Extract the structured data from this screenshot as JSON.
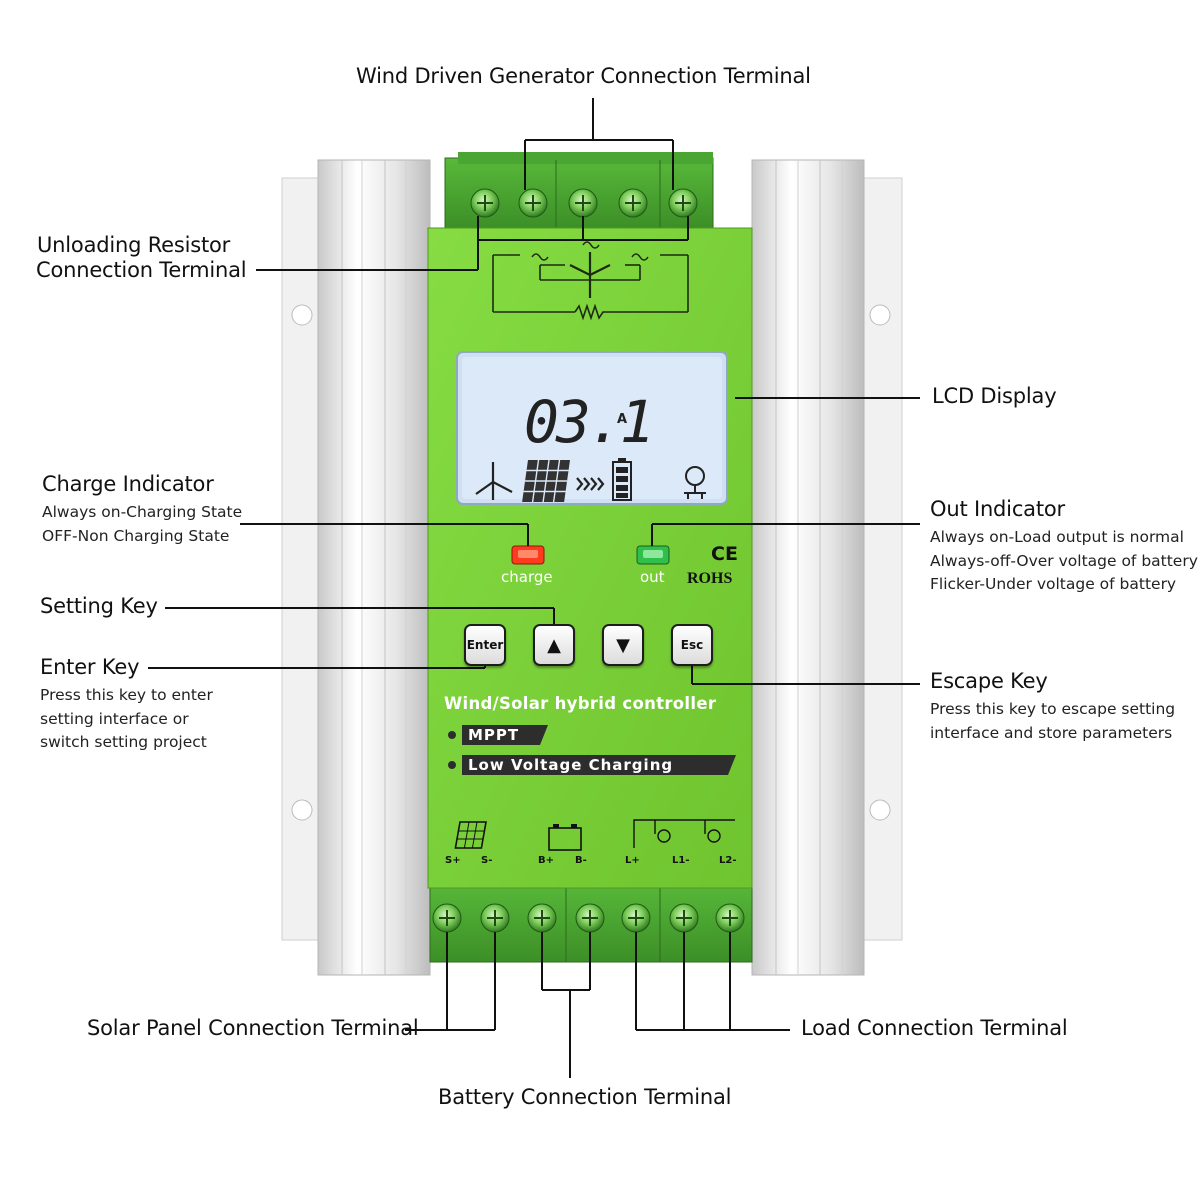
{
  "labels": {
    "wind_terminal": "Wind Driven Generator Connection Terminal",
    "unloading_line1": "Unloading Resistor",
    "unloading_line2": "Connection Terminal",
    "lcd_display": "LCD Display",
    "charge_indicator": "Charge Indicator",
    "charge_desc1": "Always on-Charging State",
    "charge_desc2": "OFF-Non Charging State",
    "out_indicator": "Out Indicator",
    "out_desc1": "Always on-Load output is normal",
    "out_desc2": "Always-off-Over voltage of battery",
    "out_desc3": "Flicker-Under voltage of battery",
    "setting_key": "Setting Key",
    "enter_key": "Enter Key",
    "enter_desc1": "Press this key to enter",
    "enter_desc2": "setting interface or",
    "enter_desc3": "switch setting project",
    "escape_key": "Escape Key",
    "escape_desc1": "Press this key to escape setting",
    "escape_desc2": "interface and store parameters",
    "solar_terminal": "Solar Panel Connection Terminal",
    "battery_terminal": "Battery Connection Terminal",
    "load_terminal": "Load Connection Terminal"
  },
  "device": {
    "lcd_value": "03.1",
    "lcd_unit": "A",
    "charge_led": "charge",
    "out_led": "out",
    "ce_mark": "CE",
    "rohs": "ROHS",
    "buttons": {
      "enter": "Enter",
      "esc": "Esc"
    },
    "product_name": "Wind/Solar  hybrid  controller",
    "feature1": "MPPT",
    "feature2": "Low Voltage Charging",
    "terminals": [
      "S+",
      "S-",
      "B+",
      "B-",
      "L+",
      "L1-",
      "L2-"
    ]
  },
  "colors": {
    "panel_green": "#7dd43a",
    "led_red": "#ff3b1f",
    "led_green": "#2fbf4a",
    "lcd_bg": "#dbe9f8"
  }
}
